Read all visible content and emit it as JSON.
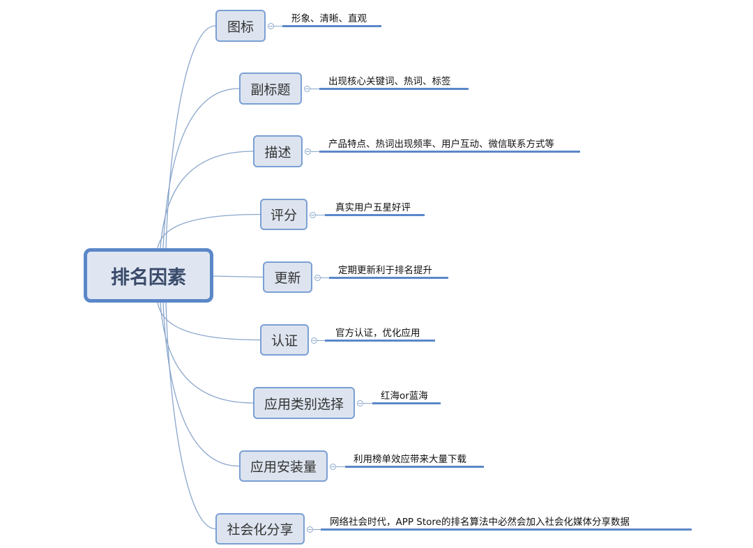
{
  "root": {
    "label": "排名因素"
  },
  "branches": [
    {
      "label": "图标",
      "detail": "形象、清晰、直观"
    },
    {
      "label": "副标题",
      "detail": "出现核心关键词、热词、标签"
    },
    {
      "label": "描述",
      "detail": "产品特点、热词出现频率、用户互动、微信联系方式等"
    },
    {
      "label": "评分",
      "detail": "真实用户五星好评"
    },
    {
      "label": "更新",
      "detail": "定期更新利于排名提升"
    },
    {
      "label": "认证",
      "detail": "官方认证，优化应用"
    },
    {
      "label": "应用类别选择",
      "detail": "红海or蓝海"
    },
    {
      "label": "应用安装量",
      "detail": "利用榜单效应带来大量下载"
    },
    {
      "label": "社会化分享",
      "detail": "网络社会时代，APP Store的排名算法中必然会加入社会化媒体分享数据"
    }
  ],
  "colors": {
    "node_fill": "#dde4ef",
    "node_border": "#7a9fd4",
    "root_border": "#5b87c8",
    "link": "#8aa6cc"
  }
}
